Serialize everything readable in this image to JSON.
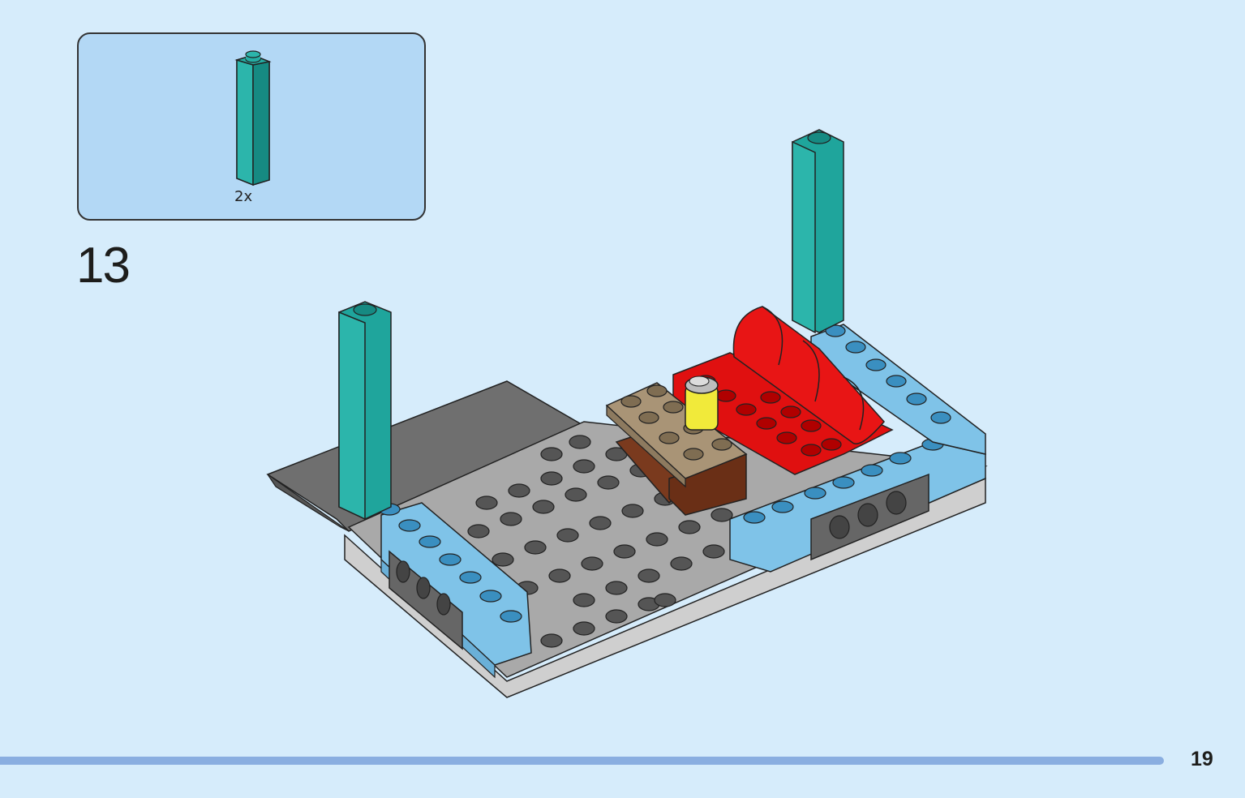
{
  "step": {
    "number": "13"
  },
  "parts_callout": {
    "items": [
      {
        "part": "teal-1x1x5-brick",
        "quantity": "2x",
        "color": "#1fa59c"
      }
    ]
  },
  "page": {
    "number": "19"
  },
  "colors": {
    "background": "#d6ecfb",
    "callout_fill": "#b3d8f5",
    "teal": "#1fa59c",
    "light_blue": "#7fc3e8",
    "red": "#e01010",
    "tan": "#a99476",
    "brown": "#7a3a1e",
    "dark_grey": "#7a7a7a",
    "light_grey": "#a7a7a7",
    "progress": "#8aaee0"
  }
}
